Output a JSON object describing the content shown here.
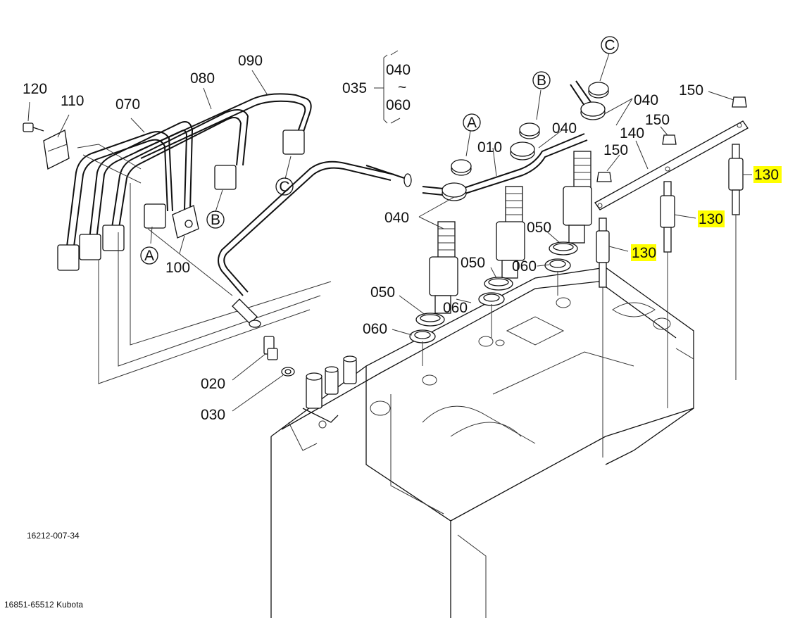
{
  "labels": {
    "p120": "120",
    "p110": "110",
    "p070": "070",
    "p080": "080",
    "p090": "090",
    "p035": "035",
    "p040_range_top": "040",
    "p040_range_tilde": "~",
    "p060_range_bottom": "060",
    "p010": "010",
    "p040_a": "040",
    "p040_b": "040",
    "p040_c": "040",
    "p050_a": "050",
    "p050_b": "050",
    "p050_c": "050",
    "p060_a": "060",
    "p060_b": "060",
    "p060_c": "060",
    "p020": "020",
    "p030": "030",
    "p100": "100",
    "p140": "140",
    "p150_a": "150",
    "p150_b": "150",
    "p150_c": "150",
    "p130_a": "130",
    "p130_b": "130",
    "p130_c": "130"
  },
  "callouts": {
    "a_top": "A",
    "b_top": "B",
    "c_top": "C",
    "a_left": "A",
    "b_left": "B",
    "c_left": "C"
  },
  "footer": {
    "drawing_number": "16212-007-34",
    "part_number": "16851-65512 Kubota"
  },
  "highlight_color": "#ffff00"
}
